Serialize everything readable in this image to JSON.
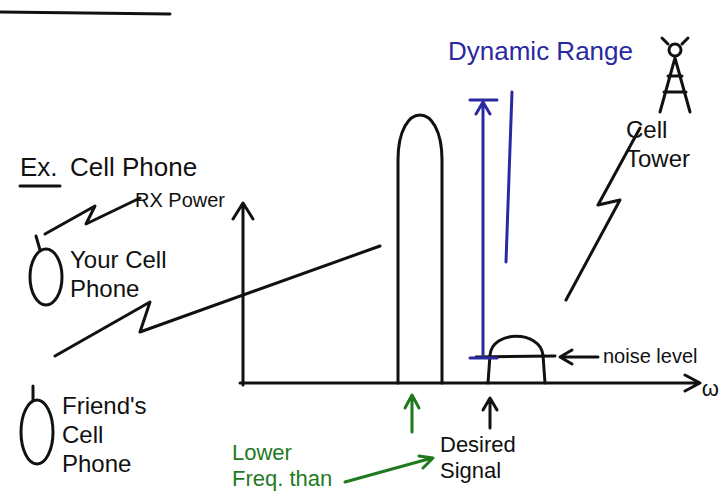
{
  "diagram": {
    "labels": [
      "Ex.",
      "Cell Phone",
      "RX Power",
      "Dynamic Range",
      "Cell Tower",
      "Your Cell Phone",
      "Friend's Cell Phone",
      "noise level",
      "ω",
      "Lower Freq. than",
      "Desired Signal"
    ]
  }
}
